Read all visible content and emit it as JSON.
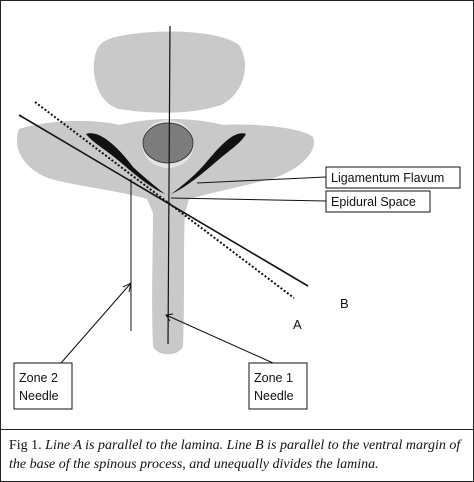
{
  "labels": {
    "ligamentum_flavum": "Ligamentum Flavum",
    "epidural_space": "Epidural Space",
    "line_a": "A",
    "line_b": "B",
    "zone2_line1": "Zone 2",
    "zone2_line2": "Needle",
    "zone1_line1": "Zone 1",
    "zone1_line2": "Needle"
  },
  "caption": {
    "prefix": "Fig 1. ",
    "text": "Line A is parallel to the lamina. Line B is parallel to the ventral margin of the base of the spinous process, and unequally divides the lamina."
  },
  "colors": {
    "bone": "#c9c9c9",
    "canal": "#e4e4e4",
    "cord": "#7c7c7c",
    "ligament": "#111111"
  }
}
